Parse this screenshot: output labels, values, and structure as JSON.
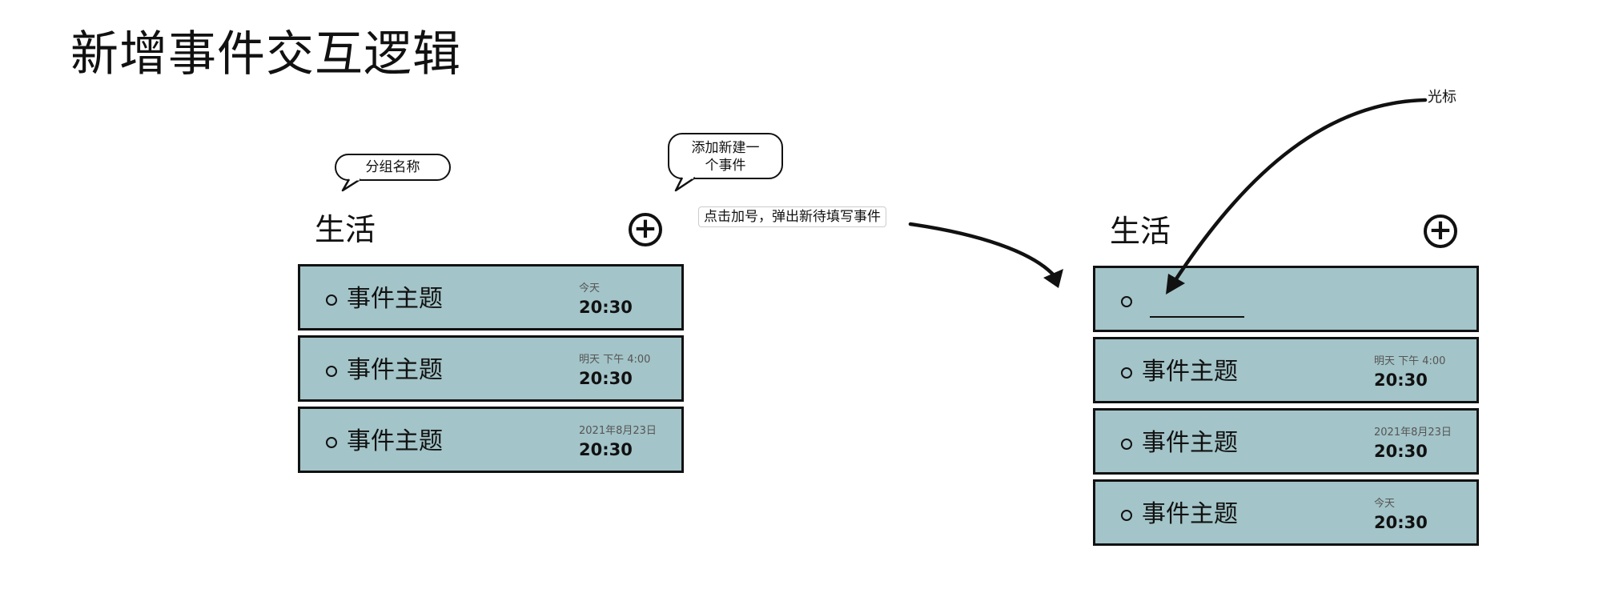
{
  "title": "新增事件交互逻辑",
  "left": {
    "group_name": "生活",
    "add_symbol": "+",
    "events": [
      {
        "topic": "事件主题",
        "date": "今天",
        "time": "20:30"
      },
      {
        "topic": "事件主题",
        "date": "明天 下午 4:00",
        "time": "20:30"
      },
      {
        "topic": "事件主题",
        "date": "2021年8月23日",
        "time": "20:30"
      }
    ]
  },
  "right": {
    "group_name": "生活",
    "add_symbol": "+",
    "events": [
      {
        "topic": "事件主题",
        "date": "明天 下午 4:00",
        "time": "20:30"
      },
      {
        "topic": "事件主题",
        "date": "2021年8月23日",
        "time": "20:30"
      },
      {
        "topic": "事件主题",
        "date": "今天",
        "time": "20:30"
      }
    ]
  },
  "annotations": {
    "group_name_callout": "分组名称",
    "add_event_callout_line1": "添加新建一",
    "add_event_callout_line2": "个事件",
    "click_plus_note": "点击加号，弹出新待填写事件",
    "cursor_label": "光标"
  }
}
